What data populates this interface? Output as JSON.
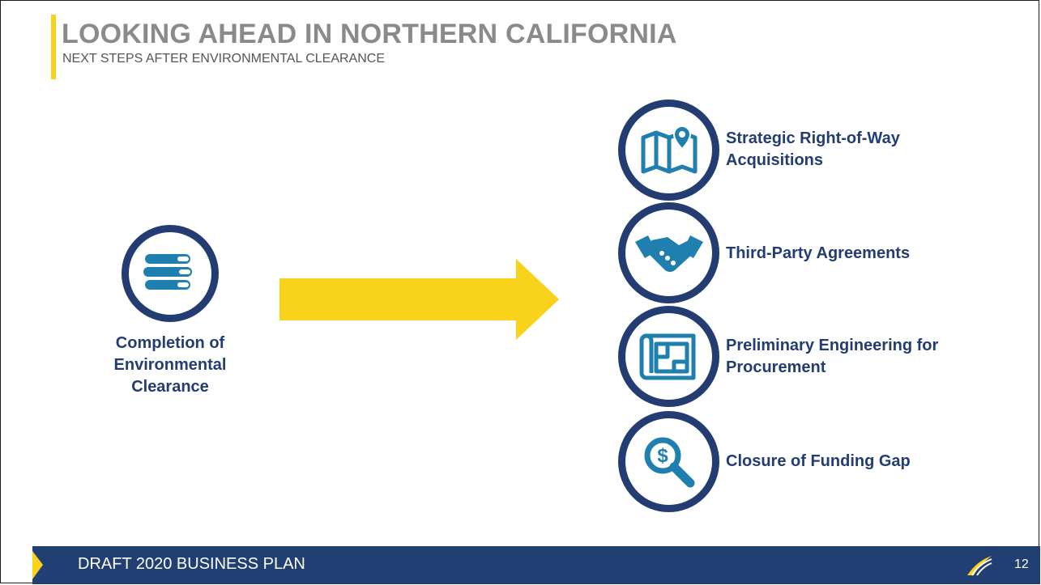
{
  "header": {
    "title": "LOOKING AHEAD IN NORTHERN CALIFORNIA",
    "subtitle": "NEXT STEPS AFTER ENVIRONMENTAL CLEARANCE"
  },
  "start_step": {
    "label_lines": [
      "Completion of",
      "Environmental",
      "Clearance"
    ],
    "icon": "books-icon"
  },
  "next_steps": [
    {
      "label_lines": [
        "Strategic Right-of-Way",
        "Acquisitions"
      ],
      "icon": "map-icon"
    },
    {
      "label_lines": [
        "Third-Party Agreements"
      ],
      "icon": "handshake-icon"
    },
    {
      "label_lines": [
        "Preliminary Engineering for",
        "Procurement"
      ],
      "icon": "blueprint-icon"
    },
    {
      "label_lines": [
        "Closure of Funding Gap"
      ],
      "icon": "magnifier-dollar-icon"
    }
  ],
  "footer": {
    "text": "DRAFT 2020 BUSINESS PLAN",
    "page_number": "12",
    "logo_icon": "rail-logo-icon"
  },
  "colors": {
    "navy": "#233d72",
    "accent_yellow": "#f9d21c",
    "icon_blue": "#1f7fae",
    "title_gray": "#8a8a8a"
  }
}
